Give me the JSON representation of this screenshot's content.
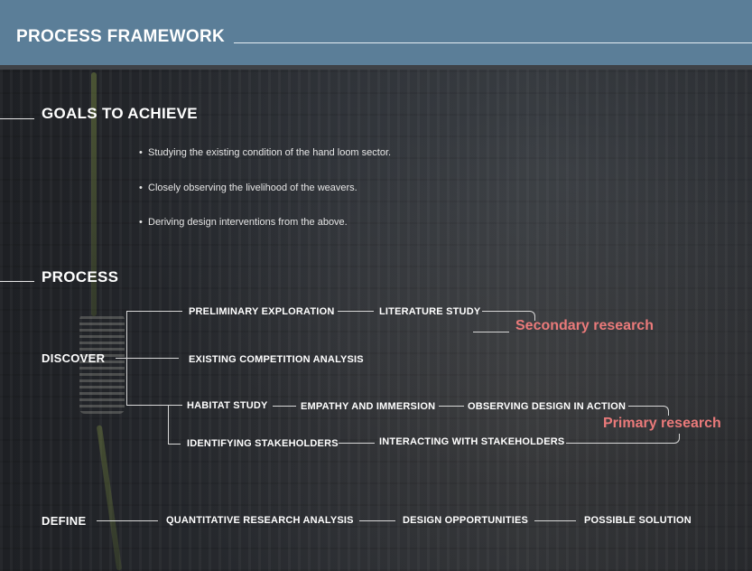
{
  "header": {
    "title": "PROCESS FRAMEWORK"
  },
  "goals": {
    "title": "GOALS TO ACHIEVE",
    "items": [
      "Studying the existing condition of the hand loom sector.",
      "Closely observing the livelihood of the weavers.",
      "Deriving design interventions from the above."
    ]
  },
  "process": {
    "title": "PROCESS",
    "discover": {
      "label": "DISCOVER",
      "preliminary_exploration": "PRELIMINARY EXPLORATION",
      "literature_study": "LITERATURE STUDY",
      "secondary_research": "Secondary research",
      "existing_competition": "EXISTING COMPETITION ANALYSIS",
      "habitat_study": "HABITAT STUDY",
      "empathy_immersion": "EMPATHY AND IMMERSION",
      "observing_design": "OBSERVING DESIGN IN ACTION",
      "identifying_stakeholders": "IDENTIFYING STAKEHOLDERS",
      "interacting_stakeholders": "INTERACTING WITH STAKEHOLDERS",
      "primary_research": "Primary research"
    },
    "define": {
      "label": "DEFINE",
      "quantitative": "QUANTITATIVE RESEARCH ANALYSIS",
      "opportunities": "DESIGN OPPORTUNITIES",
      "solution": "POSSIBLE SOLUTION"
    }
  },
  "colors": {
    "header": "#5b7e98",
    "accent": "#ea7a7a",
    "background": "#23262b"
  }
}
